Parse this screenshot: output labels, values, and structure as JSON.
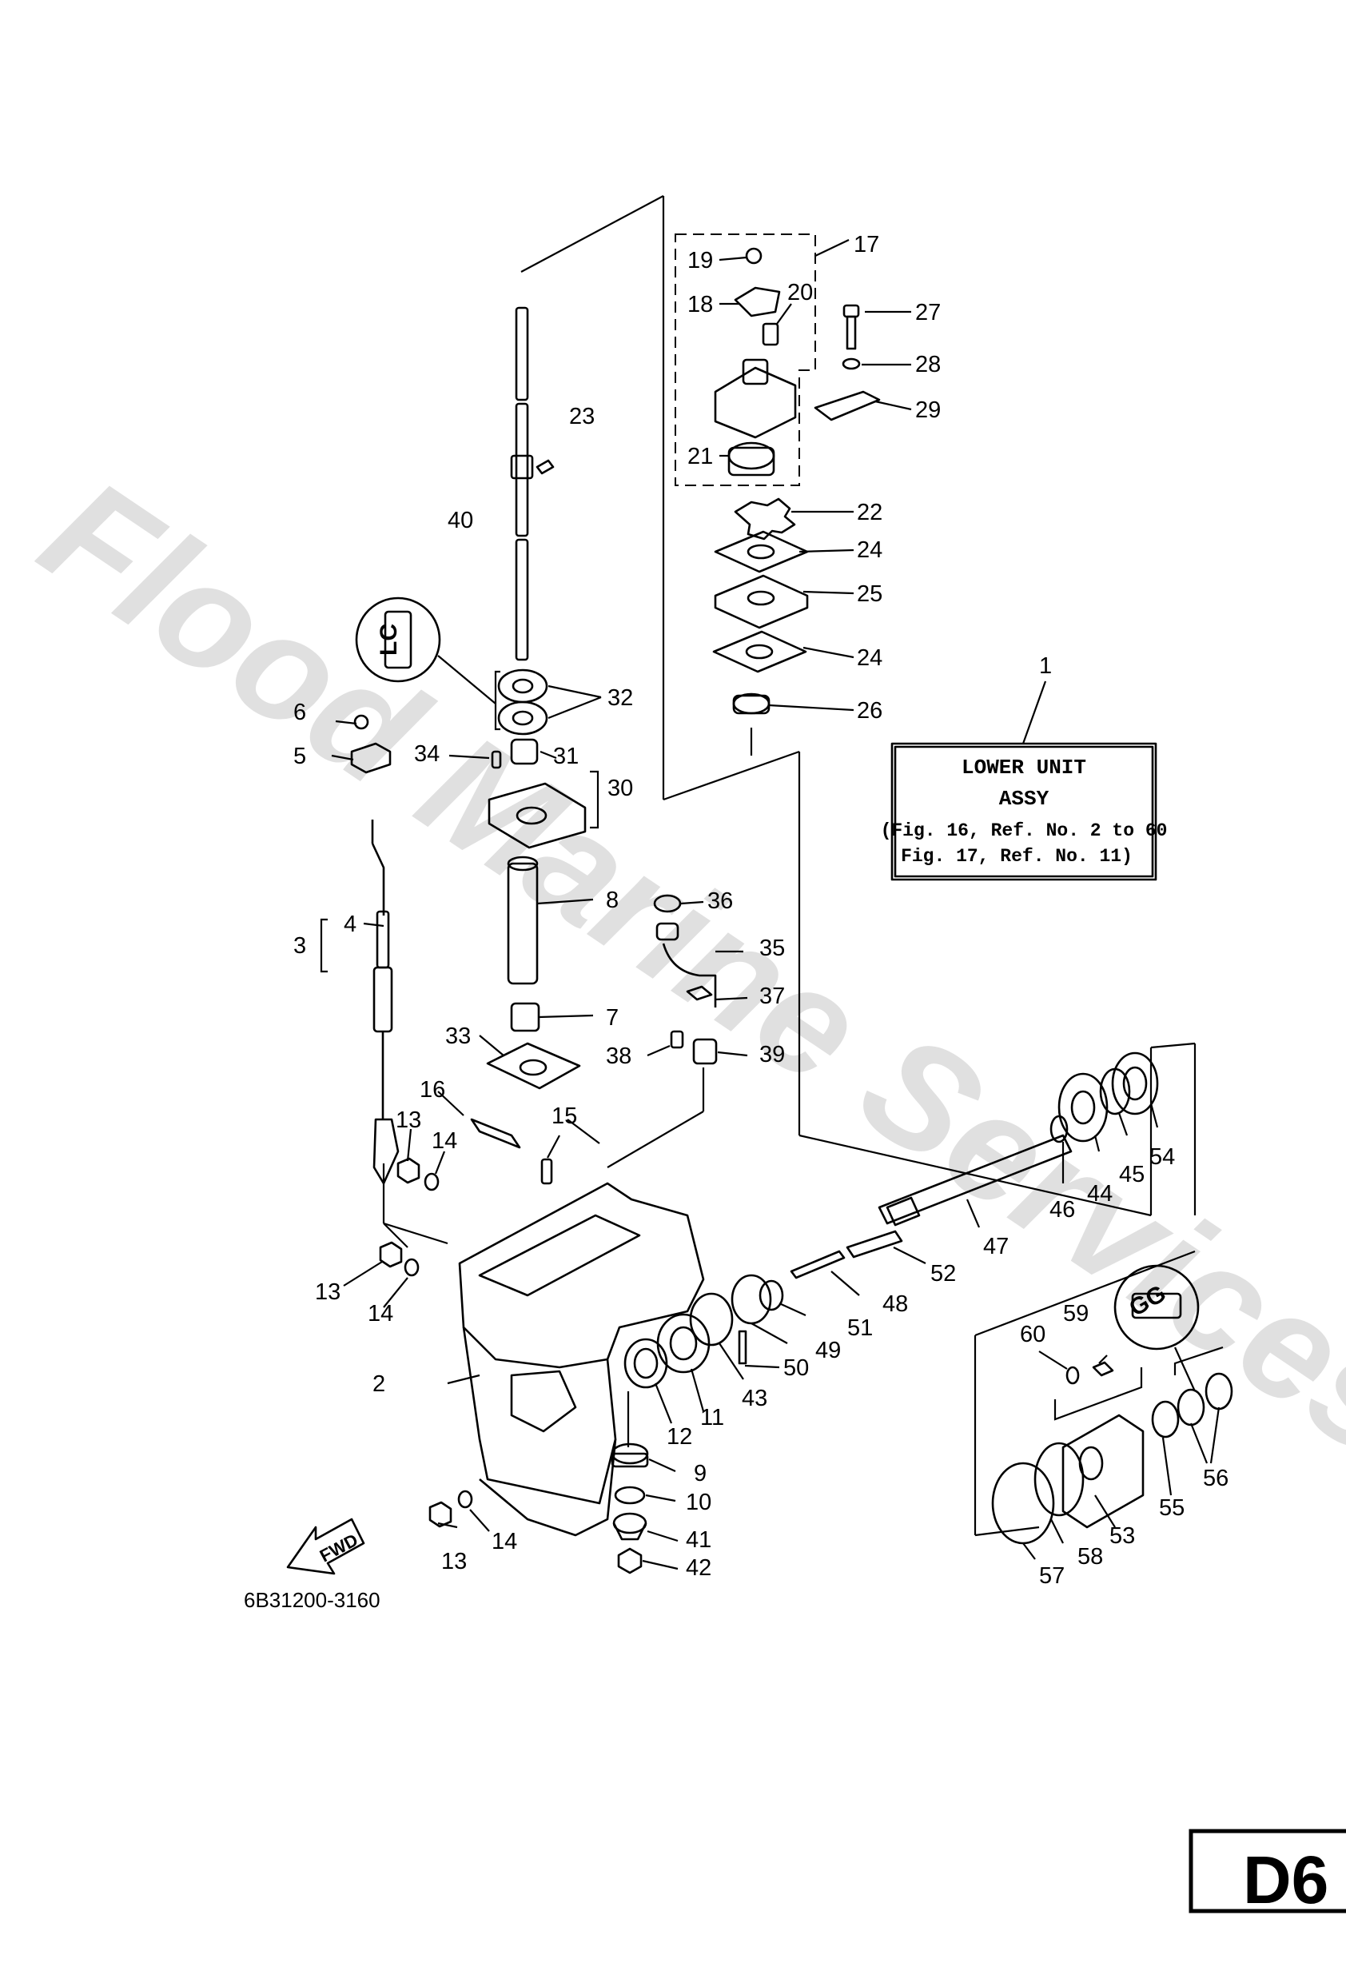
{
  "watermark": "Flood Marine Services",
  "figure_number": "6B31200-3160",
  "page_code": "D6",
  "fwd_label": "FWD",
  "assembly_box": {
    "callout": "1",
    "title_line1": "LOWER UNIT",
    "title_line2": "ASSY",
    "ref_line1": "(Fig. 16, Ref. No. 2 to 60",
    "ref_line2": "Fig. 17, Ref. No. 11)"
  },
  "lubricant_marks": {
    "upper": "LC",
    "lower": "GG"
  },
  "callouts": [
    "1",
    "2",
    "3",
    "4",
    "5",
    "6",
    "7",
    "8",
    "9",
    "10",
    "11",
    "12",
    "13",
    "14",
    "15",
    "16",
    "17",
    "18",
    "19",
    "20",
    "21",
    "22",
    "23",
    "24",
    "25",
    "26",
    "27",
    "28",
    "29",
    "30",
    "31",
    "32",
    "33",
    "34",
    "35",
    "36",
    "37",
    "38",
    "39",
    "40",
    "41",
    "42",
    "43",
    "44",
    "45",
    "46",
    "47",
    "48",
    "49",
    "50",
    "51",
    "52",
    "53",
    "54",
    "55",
    "56",
    "57",
    "58",
    "59",
    "60"
  ]
}
